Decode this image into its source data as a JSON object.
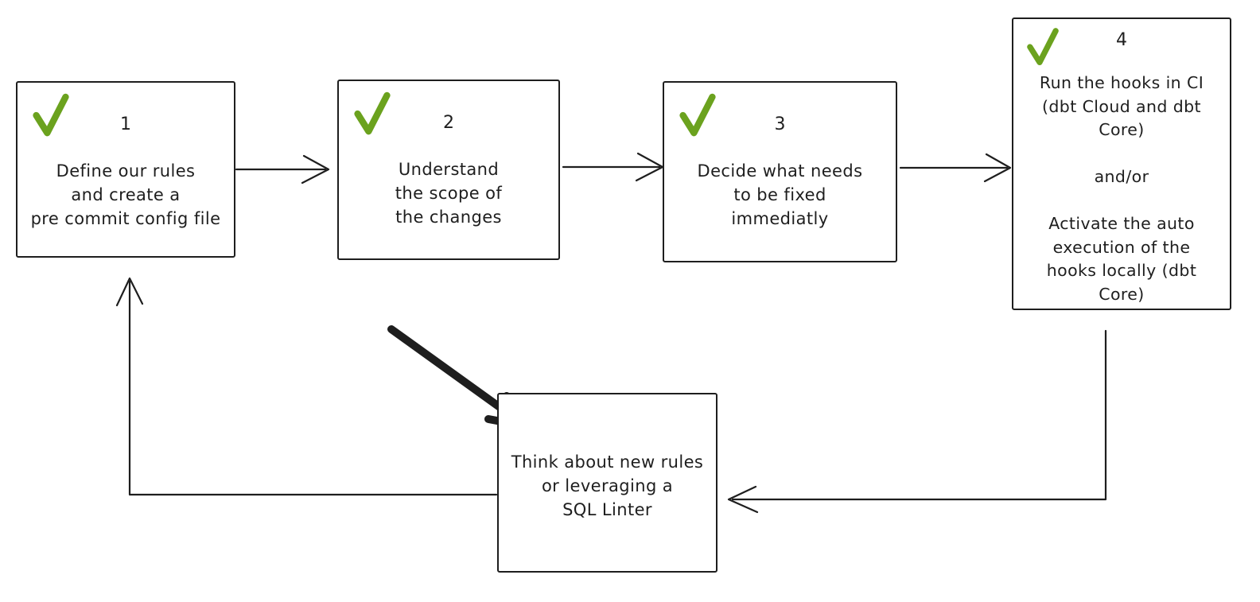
{
  "palette": {
    "background": "#ffffff",
    "ink": "#1e1e1e",
    "check_green": "#6ba21e",
    "highlight_orange": "#e8891f"
  },
  "nodes": [
    {
      "id": "step-1",
      "number": "1",
      "checked": true,
      "lines": [
        "Define our rules",
        "and create a",
        "pre commit config file"
      ]
    },
    {
      "id": "step-2",
      "number": "2",
      "checked": true,
      "lines": [
        "Understand",
        "the scope of",
        "the changes"
      ]
    },
    {
      "id": "step-3",
      "number": "3",
      "checked": true,
      "lines": [
        "Decide what needs",
        "to be fixed",
        "immediatly"
      ]
    },
    {
      "id": "step-4",
      "number": "4",
      "checked": true,
      "lines": [
        "Run the hooks in CI",
        "(dbt Cloud and dbt",
        "Core)",
        "",
        "and/or",
        "",
        "Activate the auto",
        "execution of the",
        "hooks locally (dbt",
        "Core)"
      ]
    },
    {
      "id": "feedback",
      "number": "",
      "checked": false,
      "lines": [
        "Think about new rules",
        "or leveraging a",
        "SQL Linter"
      ]
    }
  ],
  "connections": [
    {
      "from": "step-1",
      "to": "step-2",
      "style": "straight-arrow",
      "color": "#1e1e1e"
    },
    {
      "from": "step-2",
      "to": "step-3",
      "style": "straight-arrow",
      "color": "#1e1e1e"
    },
    {
      "from": "step-3",
      "to": "step-4",
      "style": "straight-arrow",
      "color": "#1e1e1e"
    },
    {
      "from": "step-4",
      "to": "feedback",
      "style": "elbow-arrow",
      "color": "#1e1e1e"
    },
    {
      "from": "feedback",
      "to": "step-1",
      "style": "elbow-arrow",
      "color": "#1e1e1e"
    },
    {
      "from": "annotation",
      "to": "feedback",
      "style": "thick-highlight-arrow",
      "color": "#e8891f"
    }
  ]
}
